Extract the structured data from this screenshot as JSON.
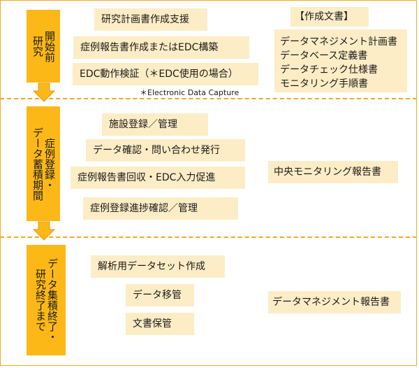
{
  "phases": [
    {
      "label": [
        "研究",
        "開始前"
      ]
    },
    {
      "label": [
        "データ蓄積期間",
        "症例登録・"
      ]
    },
    {
      "label": [
        "研究終了まで",
        "データ集積終了・"
      ]
    }
  ],
  "phase1": {
    "tasks": [
      "研究計画書作成支援",
      "症例報告書作成またはEDC構築",
      "EDC動作検証（＊EDC使用の場合）"
    ],
    "footnote": "＊Electronic Data Capture",
    "docs_header": "【作成文書】",
    "docs": [
      "データマネジメント計画書",
      "データベース定義書",
      "データチェック仕様書",
      "モニタリング手順書"
    ]
  },
  "phase2": {
    "tasks": [
      "施設登録／管理",
      "データ確認・問い合わせ発行",
      "症例報告書回収・EDC入力促進",
      "症例登録進捗確認／管理"
    ],
    "doc": "中央モニタリング報告書"
  },
  "phase3": {
    "tasks": [
      "解析用データセット作成",
      "データ移管",
      "文書保管"
    ],
    "doc": "データマネジメント報告書"
  },
  "colors": {
    "phase_fill": "#fbb817",
    "box_fill": "#fdedc6",
    "divider": "#f2a91f",
    "arrow_fill": "#fbb817",
    "arrow_stroke": "#e39a16"
  }
}
